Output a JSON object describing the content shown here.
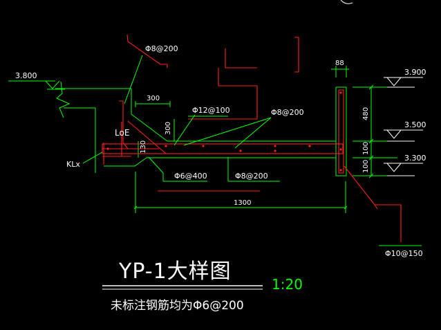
{
  "drawing": {
    "title": "YP-1大样图",
    "scale": "1:20",
    "note": "未标注钢筋均为Φ6@200"
  },
  "elevations": {
    "left": "3.800",
    "right_top": "3.900",
    "right_mid": "3.500",
    "right_bottom": "3.300"
  },
  "rebar_labels": {
    "top_left": "Φ8@200",
    "top_mid": "Φ12@100",
    "top_right": "Φ8@200",
    "bottom_left": "Φ6@400",
    "bottom_mid": "Φ8@200",
    "right_hook": "Φ10@150"
  },
  "dimensions": {
    "d300_h": "300",
    "d300_v": "300",
    "d130": "130",
    "d1300": "1300",
    "d88": "88",
    "d480": "480",
    "d100_a": "100",
    "d100_b": "100"
  },
  "labels": {
    "loe": "LoE",
    "beam": "KLx"
  },
  "colors": {
    "background": "#000000",
    "concrete": "#00ff00",
    "rebar": "#ff2020",
    "text": "#ffffff",
    "tag": "#ffffff"
  }
}
